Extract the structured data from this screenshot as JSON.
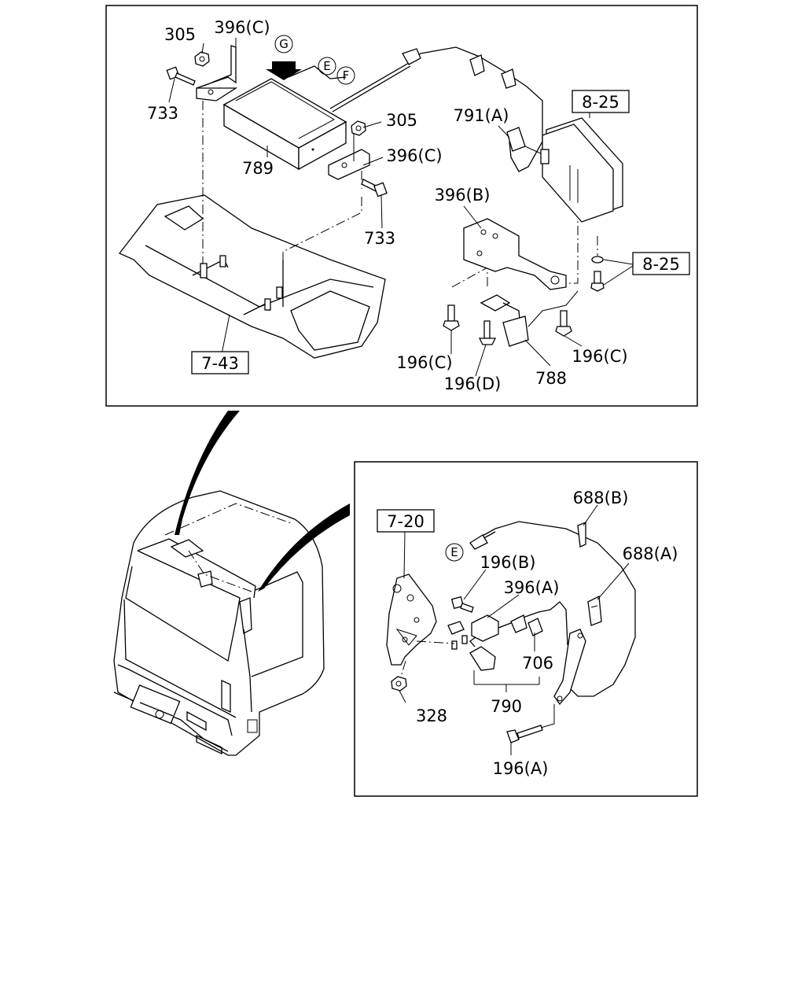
{
  "top_panel": {
    "labels": {
      "p305a": "305",
      "p396c_top": "396(C)",
      "p733a": "733",
      "p789": "789",
      "p305b": "305",
      "p396c_mid": "396(C)",
      "p733b": "733",
      "p791a": "791(A)",
      "p396b": "396(B)",
      "p196c_left": "196(C)",
      "p196d": "196(D)",
      "p788": "788",
      "p196c_right": "196(C)"
    },
    "refs": {
      "r825_top": "8-25",
      "r825_bottom": "8-25",
      "r743": "7-43"
    },
    "markers": {
      "G": "G",
      "E": "E",
      "F": "F"
    }
  },
  "bottom_panel": {
    "labels": {
      "p688b": "688(B)",
      "p688a": "688(A)",
      "p196b": "196(B)",
      "p396a": "396(A)",
      "p706": "706",
      "p790": "790",
      "p328": "328",
      "p196a": "196(A)"
    },
    "refs": {
      "r720": "7-20"
    },
    "markers": {
      "E": "E"
    }
  }
}
